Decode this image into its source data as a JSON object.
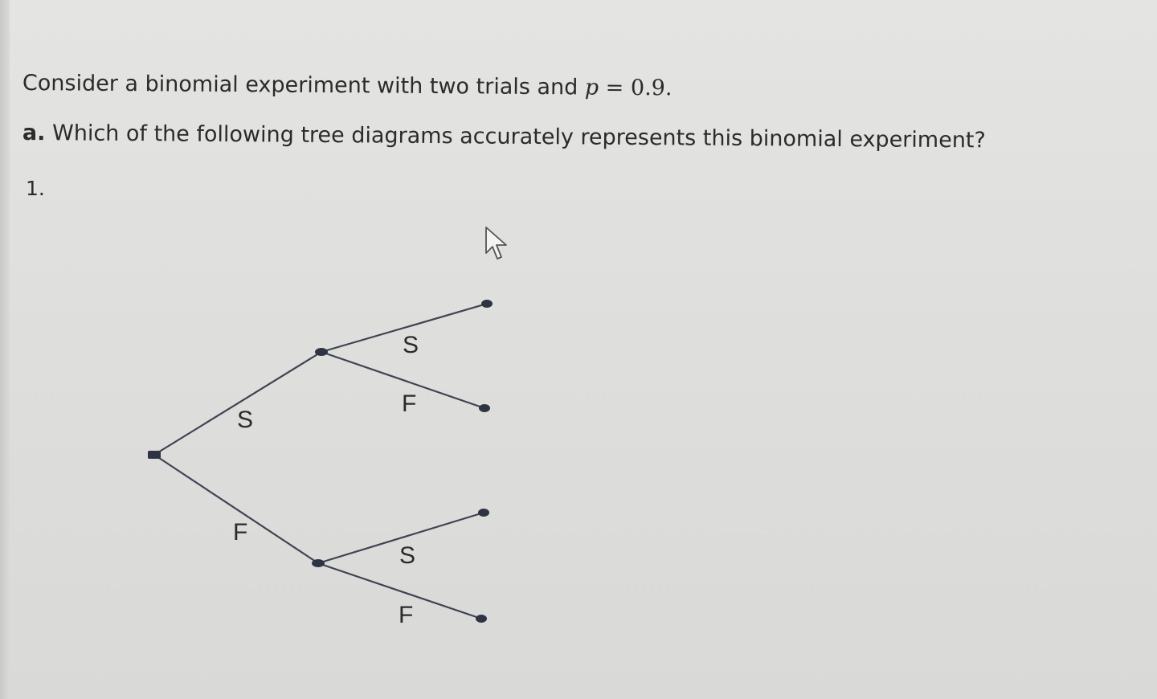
{
  "question": {
    "intro_text": "Consider a binomial experiment with two trials and ",
    "variable": "p",
    "equals_value": " = 0.9.",
    "part_letter": "a.",
    "part_text": "Which of the following tree diagrams accurately represents this binomial experiment?"
  },
  "option": {
    "number": "1."
  },
  "tree": {
    "branch_labels": {
      "first_success": "S",
      "first_failure": "F",
      "upper_success": "S",
      "upper_failure": "F",
      "lower_success": "S",
      "lower_failure": "F"
    }
  },
  "colors": {
    "line": "#3f4451",
    "node": "#2e3441",
    "text": "#2b2b2b"
  }
}
